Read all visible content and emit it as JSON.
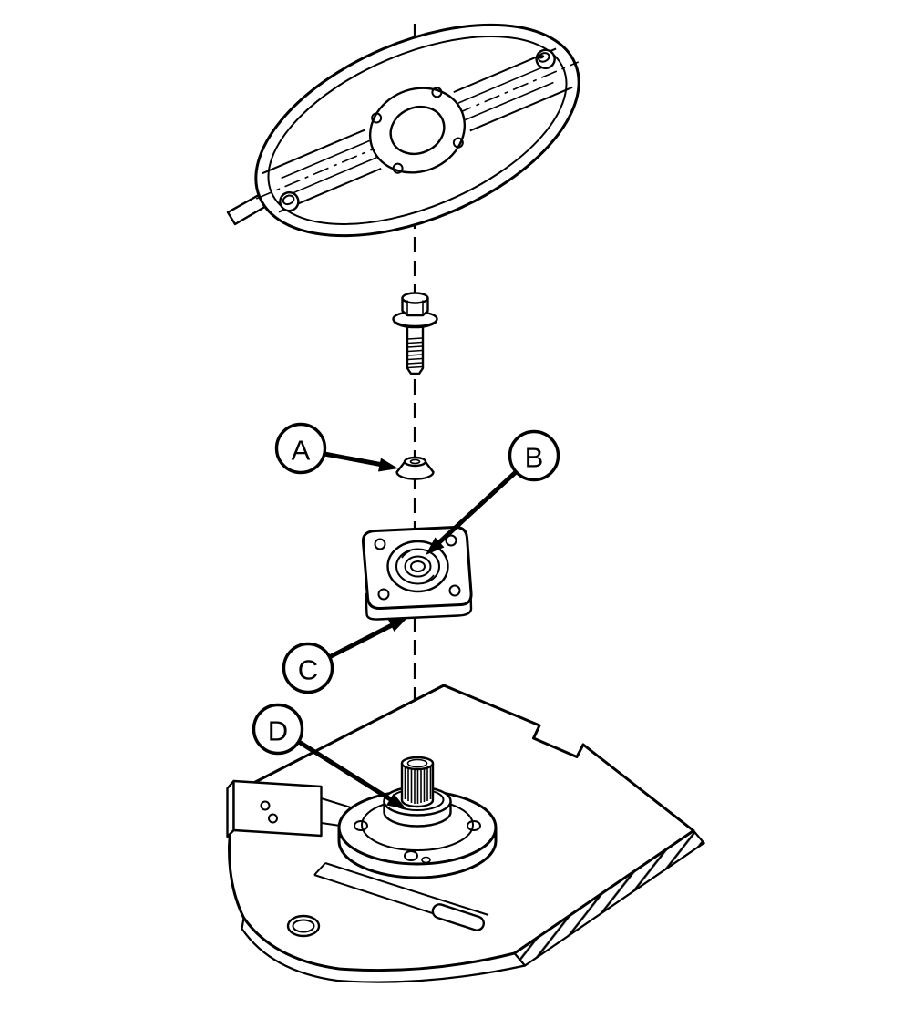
{
  "figure": {
    "type": "exploded-assembly-diagram",
    "background": "#ffffff",
    "line_color": "#000000",
    "callouts": [
      {
        "label": "A",
        "points_to": "cone-washer"
      },
      {
        "label": "B",
        "points_to": "bearing-center"
      },
      {
        "label": "C",
        "points_to": "bearing-plate"
      },
      {
        "label": "D",
        "points_to": "splined-shaft"
      }
    ]
  }
}
